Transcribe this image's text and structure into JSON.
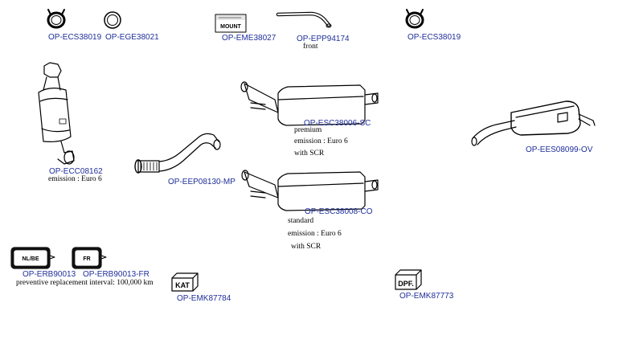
{
  "parts": [
    {
      "id": "clamp-1",
      "code": "OP-ECS38019",
      "notes": []
    },
    {
      "id": "gasket-1",
      "code": "OP-EGE38021",
      "notes": []
    },
    {
      "id": "mount-1",
      "code": "OP-EME38027",
      "notes": [],
      "icon_text": "MOUNT"
    },
    {
      "id": "pipe-front",
      "code": "OP-EPP94174",
      "notes": [
        "front"
      ]
    },
    {
      "id": "clamp-2",
      "code": "OP-ECS38019",
      "notes": []
    },
    {
      "id": "catalyst",
      "code": "OP-ECC08162",
      "notes": [
        "emission : Euro 6"
      ]
    },
    {
      "id": "pipe-flex",
      "code": "OP-EEP08130-MP",
      "notes": []
    },
    {
      "id": "dpf-premium",
      "code": "OP-ESC38006-SC",
      "notes": [
        "premium",
        "emission : Euro 6",
        "with SCR"
      ]
    },
    {
      "id": "rear-silencer",
      "code": "OP-EES08099-OV",
      "notes": []
    },
    {
      "id": "dpf-standard",
      "code": "OP-ESC38008-CO",
      "notes": [
        "standard",
        "emission : Euro 6",
        "with SCR"
      ]
    },
    {
      "id": "label-nlbe",
      "code": "OP-ERB90013",
      "notes": [
        "preventive replacement interval: 100,000 km"
      ],
      "icon_text": "NL/BE"
    },
    {
      "id": "label-fr",
      "code": "OP-ERB90013-FR",
      "notes": [],
      "icon_text": "FR"
    },
    {
      "id": "kit-kat",
      "code": "OP-EMK87784",
      "notes": [],
      "icon_text": "KAT"
    },
    {
      "id": "kit-dpf",
      "code": "OP-EMK87773",
      "notes": [],
      "icon_text": "DPF."
    }
  ]
}
